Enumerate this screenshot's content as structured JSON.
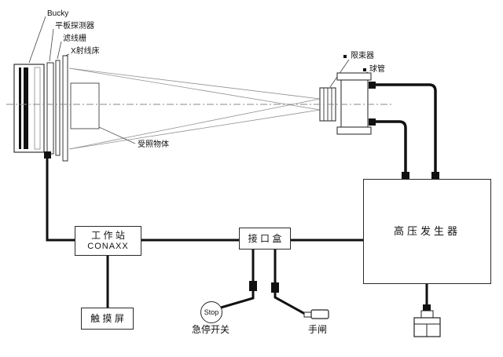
{
  "diagram": {
    "title_none": "",
    "labels": {
      "bucky": "Bucky",
      "flat_panel_detector": "平板探测器",
      "grid": "滤线栅",
      "xray_bed": "X射线床",
      "irradiated_object": "受照物体",
      "collimator": "限束器",
      "xray_tube": "球管",
      "generator": "高压发生器",
      "workstation_line1": "工 作 站",
      "workstation_line2": "CONAXX",
      "interface_box": "接 口 盒",
      "touch_screen": "触 摸 屏",
      "stop": "Stop",
      "emergency_stop": "急停开关",
      "hand_switch": "手闸"
    },
    "colors": {
      "outline": "#2a2a2a",
      "cable": "#111111",
      "beam": "#909090",
      "centerline": "#8a8a8a",
      "background": "#ffffff"
    }
  }
}
